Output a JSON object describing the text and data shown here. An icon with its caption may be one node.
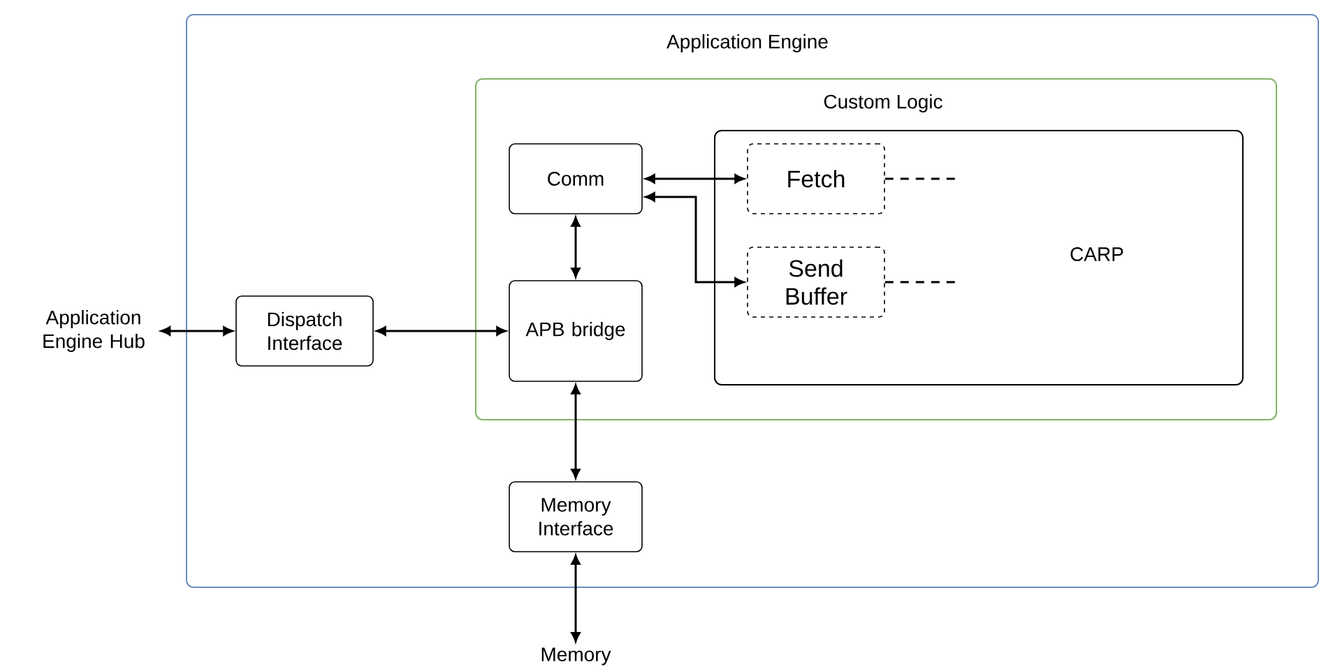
{
  "diagram": {
    "nodes": [
      {
        "text": [
          "Application Engine"
        ]
      },
      {
        "text": [
          "Custom Logic"
        ],
        "in": 0
      },
      {
        "text": [
          "CARP"
        ],
        "in": 1
      },
      {
        "text": [
          "Comm"
        ],
        "in": 1
      },
      {
        "text": [
          "Fetch"
        ],
        "in": 2
      },
      {
        "text": [
          "Send Buffer"
        ],
        "in": 2
      },
      {
        "text": [
          "APB bridge"
        ],
        "in": 1
      },
      {
        "text": [
          "Dispatch Interface"
        ],
        "in": 0
      },
      {
        "text": [
          "Memory Interface"
        ],
        "in": 0
      },
      {
        "text": [
          "Application Engine Hub"
        ]
      },
      {
        "text": [
          "Memory"
        ]
      }
    ],
    "edges": [
      {
        "from": 9,
        "to": 7,
        "arrow": "both"
      },
      {
        "from": 7,
        "to": 6,
        "arrow": "both"
      },
      {
        "from": 3,
        "to": 6,
        "arrow": "both"
      },
      {
        "from": 3,
        "to": 4,
        "arrow": "both"
      },
      {
        "from": 3,
        "to": 5,
        "arrow": "both"
      },
      {
        "from": 6,
        "to": 8,
        "arrow": "both"
      },
      {
        "from": 8,
        "to": 10,
        "arrow": "both"
      },
      {
        "from": 4,
        "to": null,
        "arrow": "none",
        "style": "dashed"
      },
      {
        "from": 5,
        "to": null,
        "arrow": "none",
        "style": "dashed"
      }
    ]
  }
}
